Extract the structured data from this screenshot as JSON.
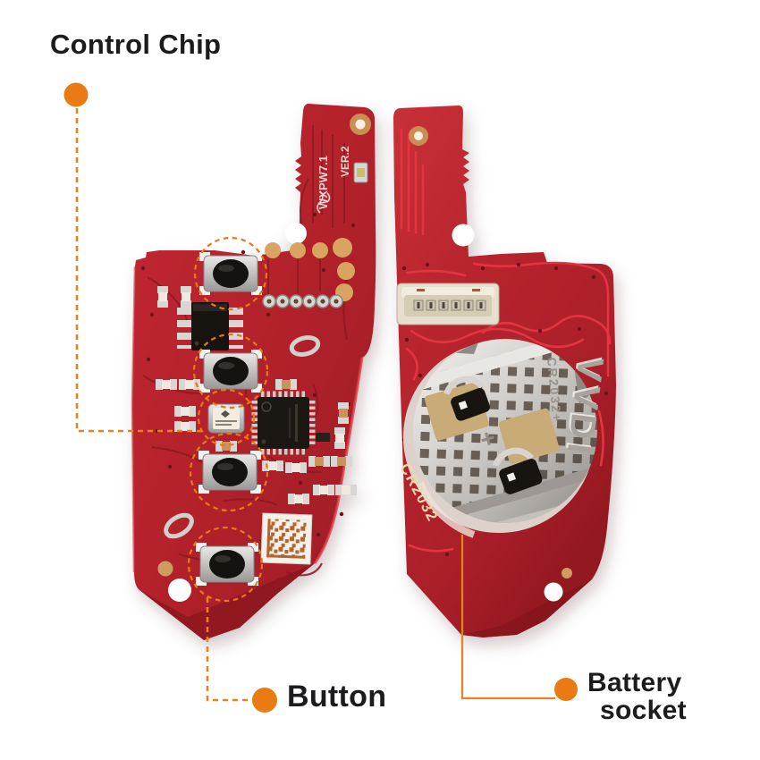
{
  "annotations": {
    "control_chip_label": "Control Chip",
    "button_label": "Button",
    "battery_socket_line1": "Battery",
    "battery_socket_line2": "socket"
  },
  "pcb_left_silkscreen": {
    "model": "WXPW7.1",
    "version": "VER.2"
  },
  "pcb_right_silkscreen": {
    "battery_type": "CR2032"
  },
  "battery_clip_embossing": {
    "brand": "VVDI",
    "battery_type": "CR2032+",
    "polarity": "+"
  },
  "colors": {
    "accent_orange": "#e97b12",
    "leader_orange": "#e8811f",
    "pcb_left_red": "#b5222b",
    "pcb_right_red": "#bf2a32",
    "trace_bright_red": "#e23540",
    "label_text": "#1c1c1e",
    "metal_silver": "#cfccc8",
    "copper": "#c98e52"
  }
}
